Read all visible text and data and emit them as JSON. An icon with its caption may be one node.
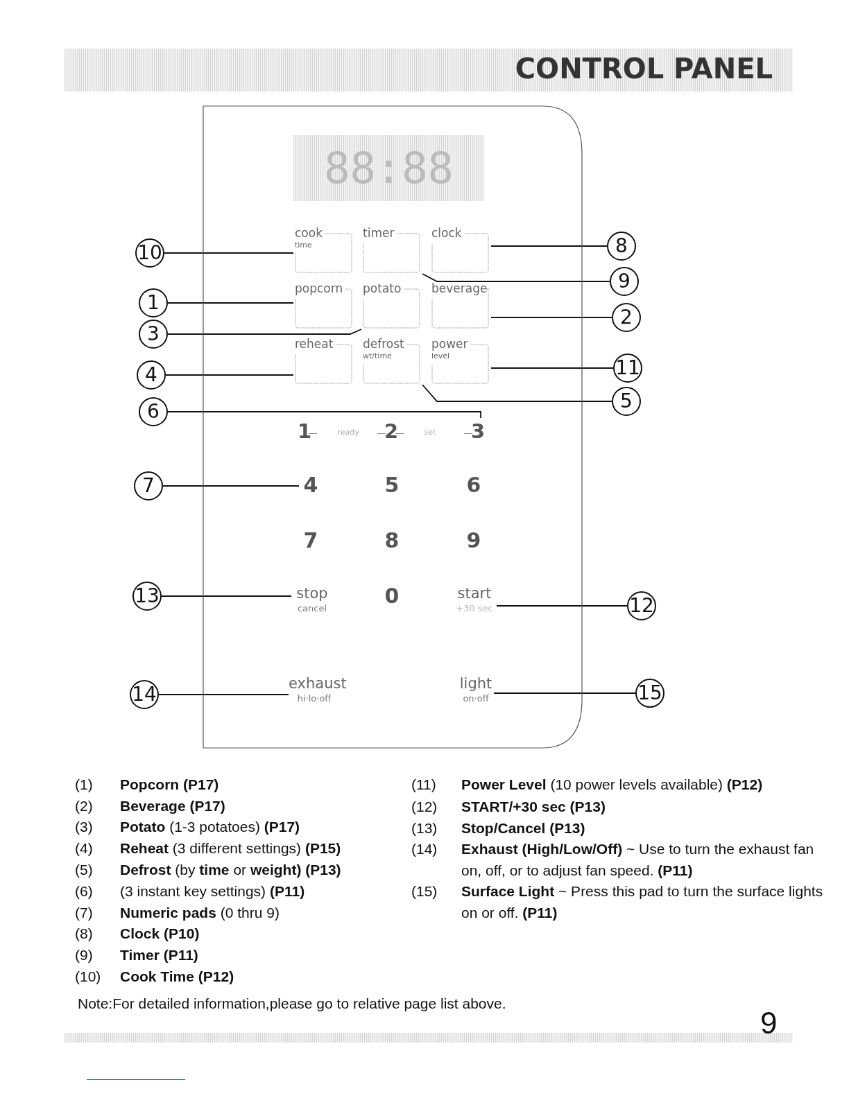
{
  "diagram": {
    "title": "CONTROL PANEL",
    "nodes": [
      {
        "text": [],
        "shape": "box"
      },
      {
        "text": [
          "88:88"
        ],
        "in": 0
      },
      {
        "text": [
          "cook",
          "time"
        ],
        "in": 0
      },
      {
        "text": [
          "timer"
        ],
        "in": 0
      },
      {
        "text": [
          "clock"
        ],
        "in": 0
      },
      {
        "text": [
          "popcorn"
        ],
        "in": 0
      },
      {
        "text": [
          "potato"
        ],
        "in": 0
      },
      {
        "text": [
          "beverage"
        ],
        "in": 0
      },
      {
        "text": [
          "reheat"
        ],
        "in": 0
      },
      {
        "text": [
          "defrost",
          "wt/time"
        ],
        "in": 0
      },
      {
        "text": [
          "power",
          "level"
        ],
        "in": 0
      },
      {
        "text": [
          "1",
          "ready",
          "2",
          "set",
          "3"
        ],
        "in": 0
      },
      {
        "text": [
          "4"
        ],
        "in": 0
      },
      {
        "text": [
          "5"
        ],
        "in": 0
      },
      {
        "text": [
          "6"
        ],
        "in": 0
      },
      {
        "text": [
          "7"
        ],
        "in": 0
      },
      {
        "text": [
          "8"
        ],
        "in": 0
      },
      {
        "text": [
          "9"
        ],
        "in": 0
      },
      {
        "text": [
          "stop",
          "cancel"
        ],
        "in": 0
      },
      {
        "text": [
          "0"
        ],
        "in": 0
      },
      {
        "text": [
          "start",
          "+30 sec"
        ],
        "in": 0
      },
      {
        "text": [
          "exhaust",
          "hi·lo·off"
        ],
        "in": 0
      },
      {
        "text": [
          "light",
          "on·off"
        ],
        "in": 0
      },
      {
        "text": [
          "10"
        ]
      },
      {
        "text": [
          "8"
        ]
      },
      {
        "text": [
          "9"
        ]
      },
      {
        "text": [
          "1"
        ]
      },
      {
        "text": [
          "2"
        ]
      },
      {
        "text": [
          "3"
        ]
      },
      {
        "text": [
          "11"
        ]
      },
      {
        "text": [
          "4"
        ]
      },
      {
        "text": [
          "5"
        ]
      },
      {
        "text": [
          "6"
        ]
      },
      {
        "text": [
          "7"
        ]
      },
      {
        "text": [
          "13"
        ]
      },
      {
        "text": [
          "12"
        ]
      },
      {
        "text": [
          "14"
        ]
      },
      {
        "text": [
          "15"
        ]
      }
    ],
    "edges": [
      {
        "from": 23,
        "to": 2,
        "arrow": "none"
      },
      {
        "from": 24,
        "to": 4,
        "arrow": "none"
      },
      {
        "from": 25,
        "to": 3,
        "arrow": "none"
      },
      {
        "from": 26,
        "to": 5,
        "arrow": "none"
      },
      {
        "from": 27,
        "to": 7,
        "arrow": "none"
      },
      {
        "from": 28,
        "to": 6,
        "arrow": "none"
      },
      {
        "from": 29,
        "to": 10,
        "arrow": "none"
      },
      {
        "from": 30,
        "to": 8,
        "arrow": "none"
      },
      {
        "from": 31,
        "to": 9,
        "arrow": "none"
      },
      {
        "from": 32,
        "to": 11,
        "arrow": "none"
      },
      {
        "from": 33,
        "to": 12,
        "arrow": "none"
      },
      {
        "from": 34,
        "to": 18,
        "arrow": "none"
      },
      {
        "from": 35,
        "to": 20,
        "arrow": "none"
      },
      {
        "from": 36,
        "to": 21,
        "arrow": "none"
      },
      {
        "from": 37,
        "to": 22,
        "arrow": "none"
      }
    ],
    "labels": [
      "(1)",
      "Popcorn (P17)",
      "(11)",
      "**Power Level** (10 power levels available) **(P12)**",
      "(2)",
      "Beverage (P17)",
      "(12)",
      "START/+30 sec (P13)",
      "(3)",
      "**Potato** (1-3 potatoes) **(P17)**",
      "(13)",
      "Stop/Cancel (P13)",
      "(4)",
      "**Reheat** (3 different settings) **(P15)**",
      "(14)",
      "**Exhaust (High/Low/Off)** ~ Use to turn the exhaust fan on, off, or to adjust fan speed. **(P11)**",
      "(5)",
      "**Defrost** (by **time** or **weight)** **(P13)**",
      "(6)",
      "(3 instant key settings) **(P11)**",
      "(15)",
      "**Surface Light** ~ Press this pad to turn the surface lights on or off. **(P11)**",
      "(7)",
      "**Numeric pads** (0 thru 9)",
      "(8)",
      "Clock (P10)",
      "(9)",
      "Timer (P11)",
      "(10)",
      "Cook Time (P12)",
      "Note:For detailed information,please go to relative page list above.",
      "9"
    ]
  }
}
